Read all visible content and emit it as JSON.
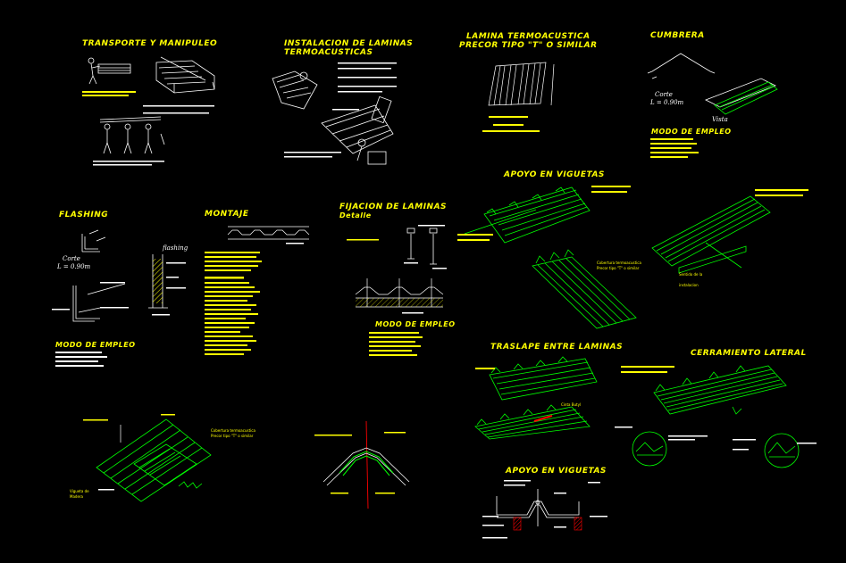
{
  "titles": {
    "transporte": "TRANSPORTE Y MANIPULEO",
    "instalacion_1": "INSTALACION DE LAMINAS",
    "instalacion_2": "TERMOACUSTICAS",
    "lamina_1": "LAMINA TERMOACUSTICA",
    "lamina_2": "PRECOR TIPO \"T\" O SIMILAR",
    "cumbrera": "CUMBRERA",
    "modo_empleo_cumbrera": "MODO DE EMPLEO",
    "apoyo_viguetas_1": "APOYO EN VIGUETAS",
    "flashing": "FLASHING",
    "montaje": "MONTAJE",
    "fijacion": "FIJACION DE LAMINAS",
    "detalle": "Detalle",
    "modo_empleo_flashing": "MODO DE EMPLEO",
    "modo_empleo_fijacion": "MODO DE EMPLEO",
    "traslape": "TRASLAPE ENTRE LAMINAS",
    "cerramiento": "CERRAMIENTO LATERAL",
    "apoyo_viguetas_2": "APOYO EN VIGUETAS"
  },
  "labels": {
    "corte_cumbrera": "Corte",
    "corte_cumbrera_dim": "L = 0.90m",
    "vista_cumbrera": "Vista",
    "corte_flashing": "Corte",
    "corte_flashing_dim": "L = 0.90m",
    "flashing_side": "flashing",
    "cobertura_1": "Cobertura termoacustica",
    "cobertura_2": "Precor tipo \"T\" o similar",
    "sentido_1": "Sentido de la",
    "sentido_2": "instalacion",
    "cinta_butyl": "Cinta Butyl",
    "vigueta_1": "Vigueta de",
    "vigueta_2": "Madera"
  },
  "colors": {
    "background": "#000000",
    "title": "#ffff00",
    "drawing": "#00ff00",
    "linework": "#ffffff",
    "accent": "#ff0000"
  }
}
